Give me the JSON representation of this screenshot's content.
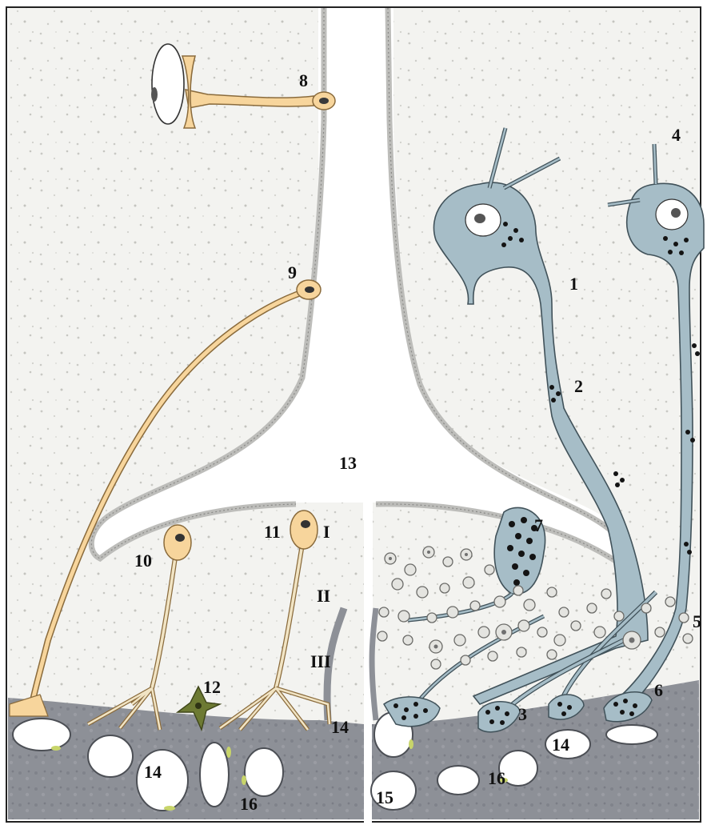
{
  "labels": {
    "n1": "1",
    "n2": "2",
    "n3": "3",
    "n4": "4",
    "n5": "5",
    "n6": "6",
    "n7": "7",
    "n8": "8",
    "n9": "9",
    "n10": "10",
    "n11": "11",
    "n12": "12",
    "n13": "13",
    "n14a": "14",
    "n14b": "14",
    "n14c": "14",
    "n15": "15",
    "n16a": "16",
    "n16b": "16",
    "roman1": "I",
    "roman2": "II",
    "roman3": "III"
  },
  "colors": {
    "tissue": "#f1f1ee",
    "ependyma": "#c9c9c6",
    "tanycyte": "#f7d59c",
    "neurosecretory": "#a6bdc7",
    "granules": "#141414",
    "glia_green": "#6d7a33",
    "capillary_wall": "#8f9298"
  }
}
